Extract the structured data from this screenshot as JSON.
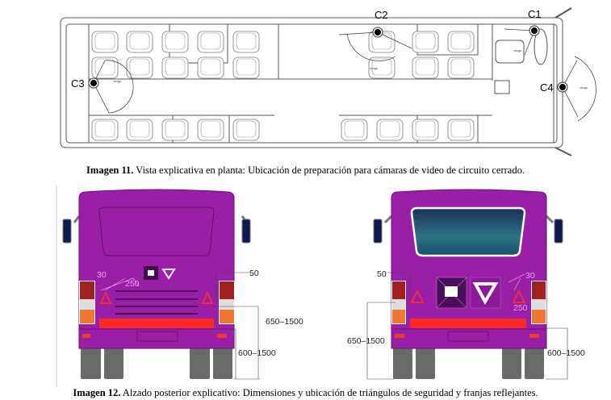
{
  "figure11": {
    "cameras": [
      "C1",
      "C2",
      "C3",
      "C4"
    ],
    "range_label": "rango",
    "caption_label": "Imagen 11.",
    "caption_text": " Vista explicativa en planta: Ubicación de preparación para cámaras de video de circuito cerrado."
  },
  "figure12": {
    "left_bus": {
      "dim_30": "30",
      "dim_250": "250",
      "dim_50": "50",
      "dim_upper": "650–1500",
      "dim_lower": "600–1500"
    },
    "right_bus": {
      "dim_30": "30",
      "dim_250": "250",
      "dim_50": "50",
      "dim_left": "650–1500",
      "dim_right": "600–1500"
    },
    "colors": {
      "body": "#9a1fa6",
      "reflective_strip": "#ff2a2a",
      "window": "#1e5a6e",
      "tire": "#6a6a6a"
    },
    "caption_label": "Imagen 12.",
    "caption_text": " Alzado posterior explicativo: Dimensiones y ubicación de triángulos de seguridad y franjas reflejantes."
  }
}
